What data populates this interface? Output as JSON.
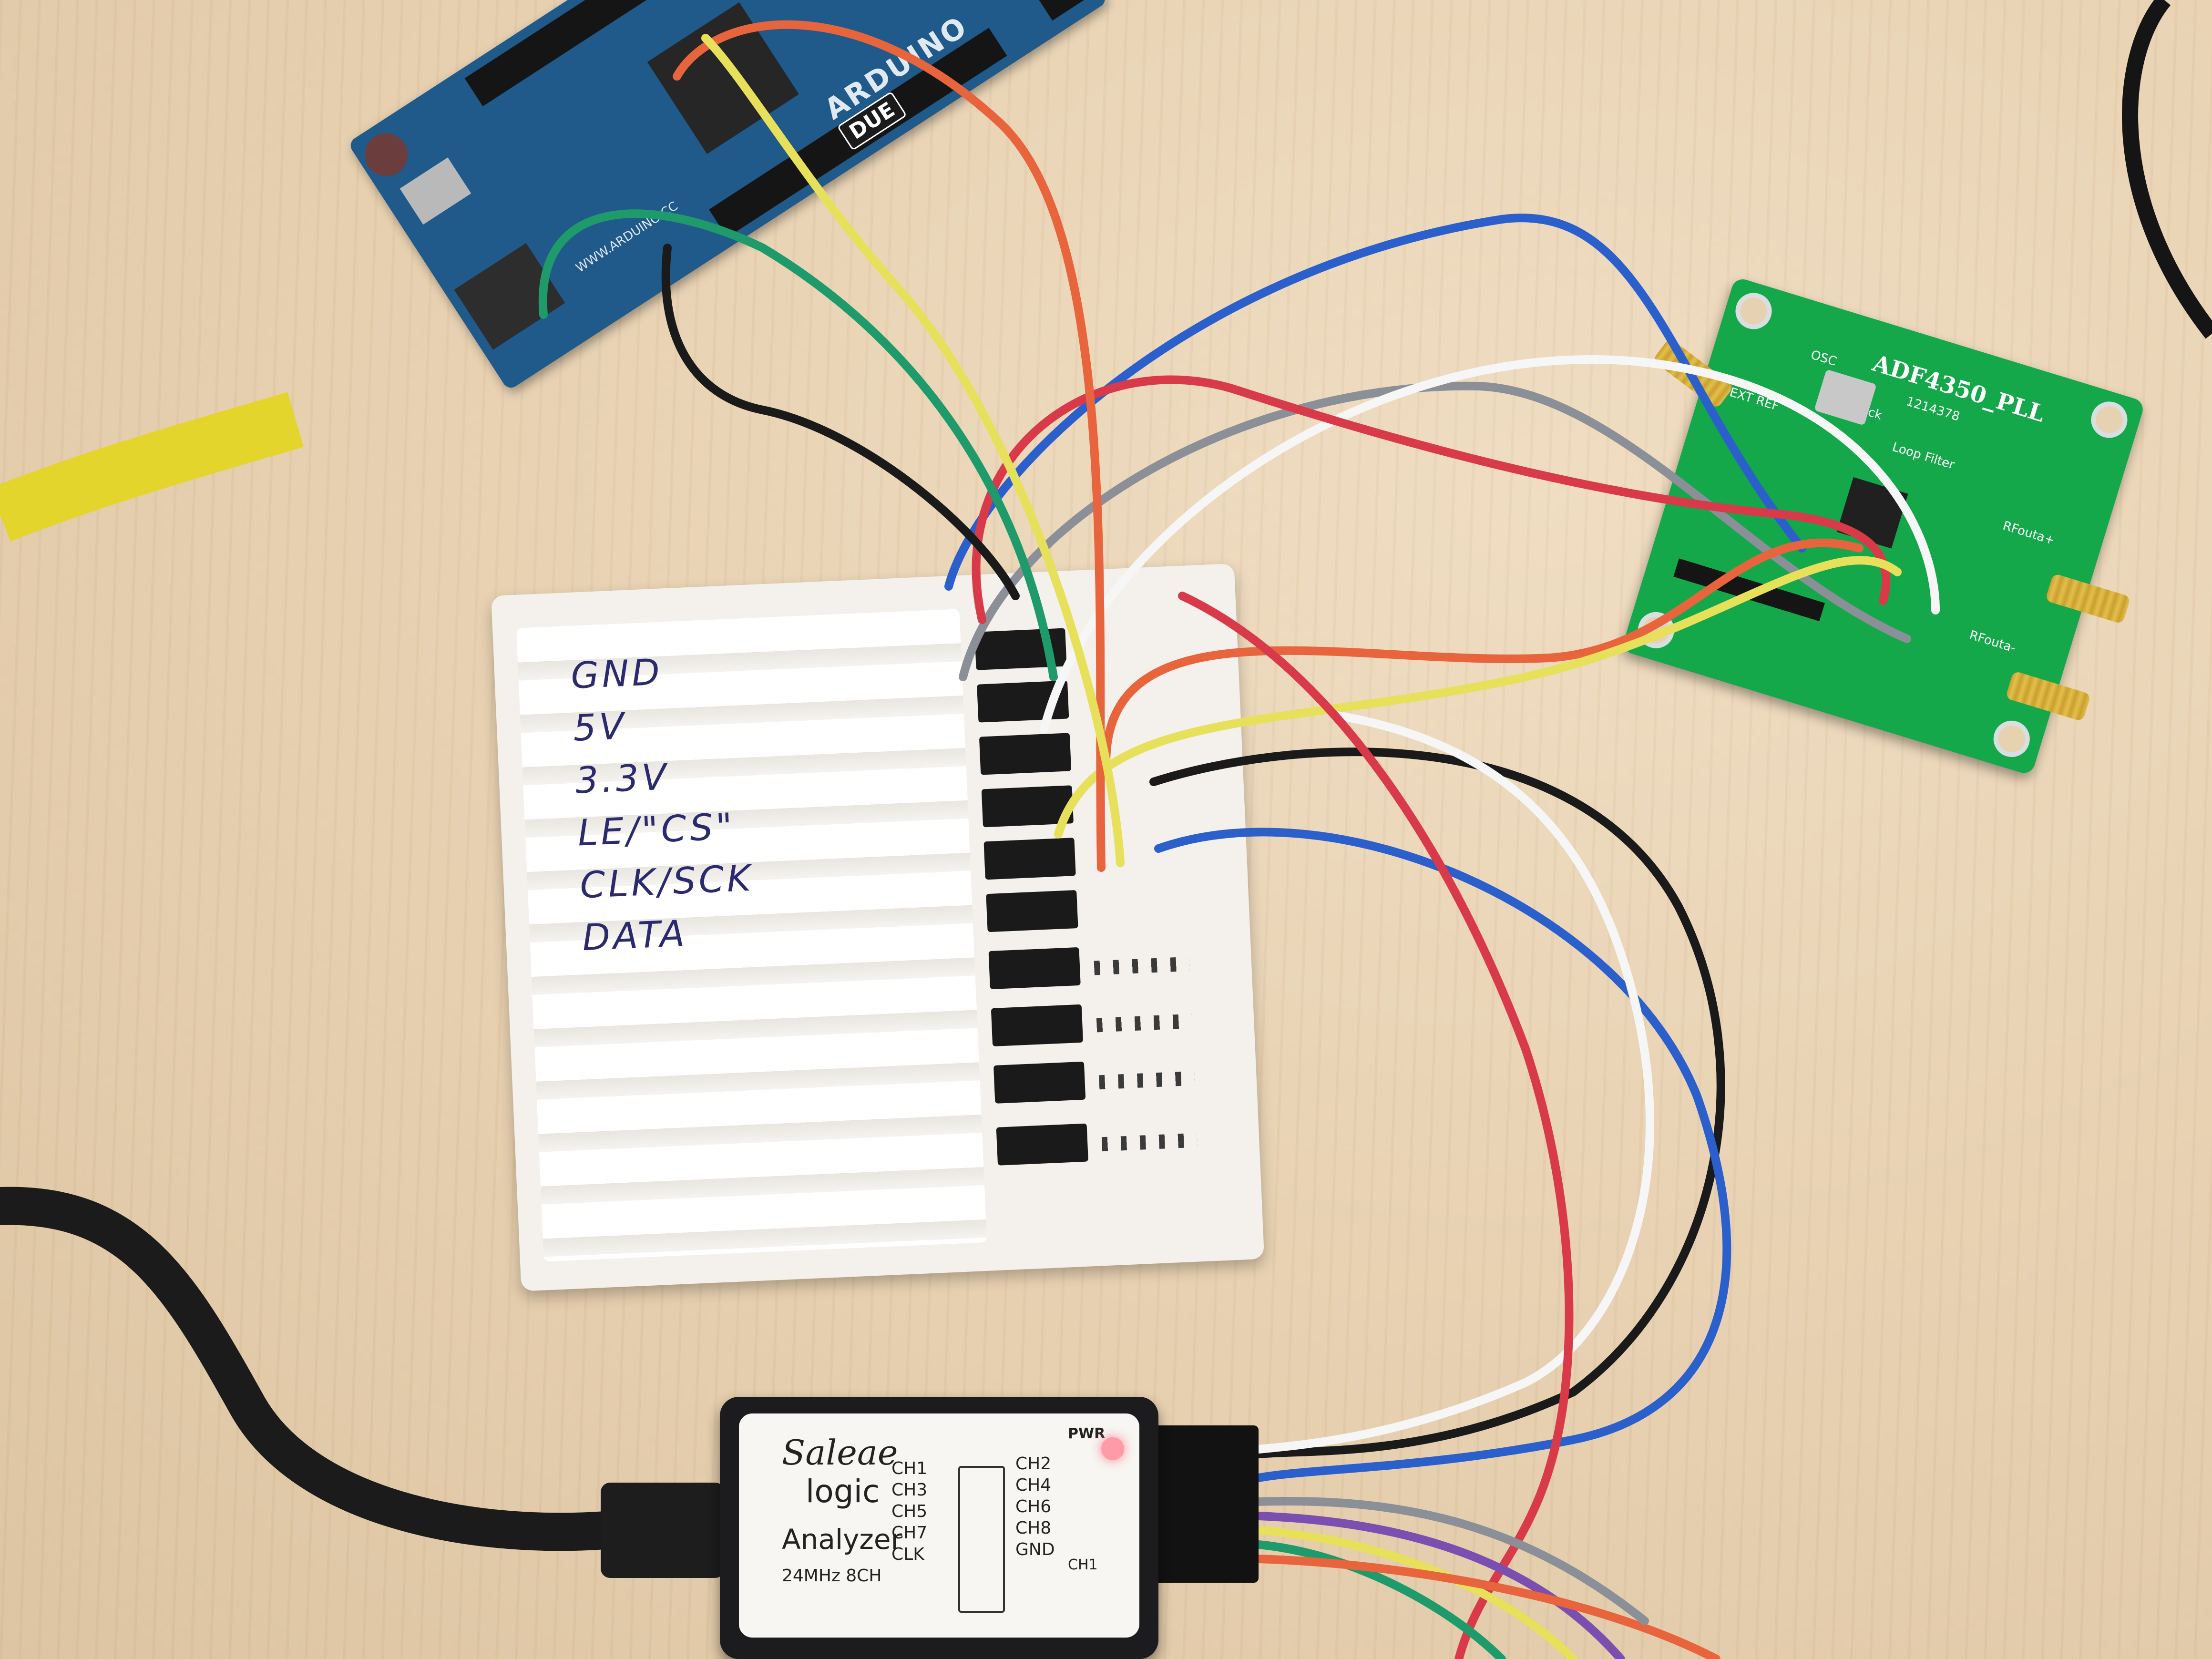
{
  "arduino": {
    "logo_text": "ARDUINO",
    "model_text": "DUE",
    "url_text": "WWW.ARDUINO.CC"
  },
  "holder": {
    "labels": [
      "GND",
      "5V",
      "3.3V",
      "LE/\"CS\"",
      "CLK/SCK",
      "DATA"
    ]
  },
  "pll_board": {
    "title": "ADF4350_PLL",
    "code": "1214378",
    "silkscreen": [
      "OSC",
      "Lock",
      "Loop Filter",
      "EXT REF",
      "RFouta+",
      "RFouta-"
    ]
  },
  "saleae": {
    "brand": "Saleae",
    "product": "logic",
    "subtitle": "Analyzer",
    "spec": "24MHz 8CH",
    "left_pins": [
      "CH1",
      "CH3",
      "CH5",
      "CH7",
      "CLK"
    ],
    "right_pins": [
      "CH2",
      "CH4",
      "CH6",
      "CH8",
      "GND"
    ],
    "pwr_label": "PWR",
    "ch1_label": "CH1"
  },
  "colors": {
    "table": "#e8d2b2",
    "arduino_board": "#1f5a8a",
    "pll_board": "#14a84a",
    "holder": "#f4f1ec",
    "wire_blue": "#2a5fcc",
    "wire_orange": "#e8643c",
    "wire_red": "#d83a4a",
    "wire_yellow": "#e6e05a",
    "wire_green": "#1f9a6a",
    "wire_gray": "#8a8f98",
    "wire_white": "#f6f6f6",
    "wire_black": "#1a1a1a",
    "wire_purple": "#7a4fb0",
    "usb_yellow": "#e3d52b"
  }
}
